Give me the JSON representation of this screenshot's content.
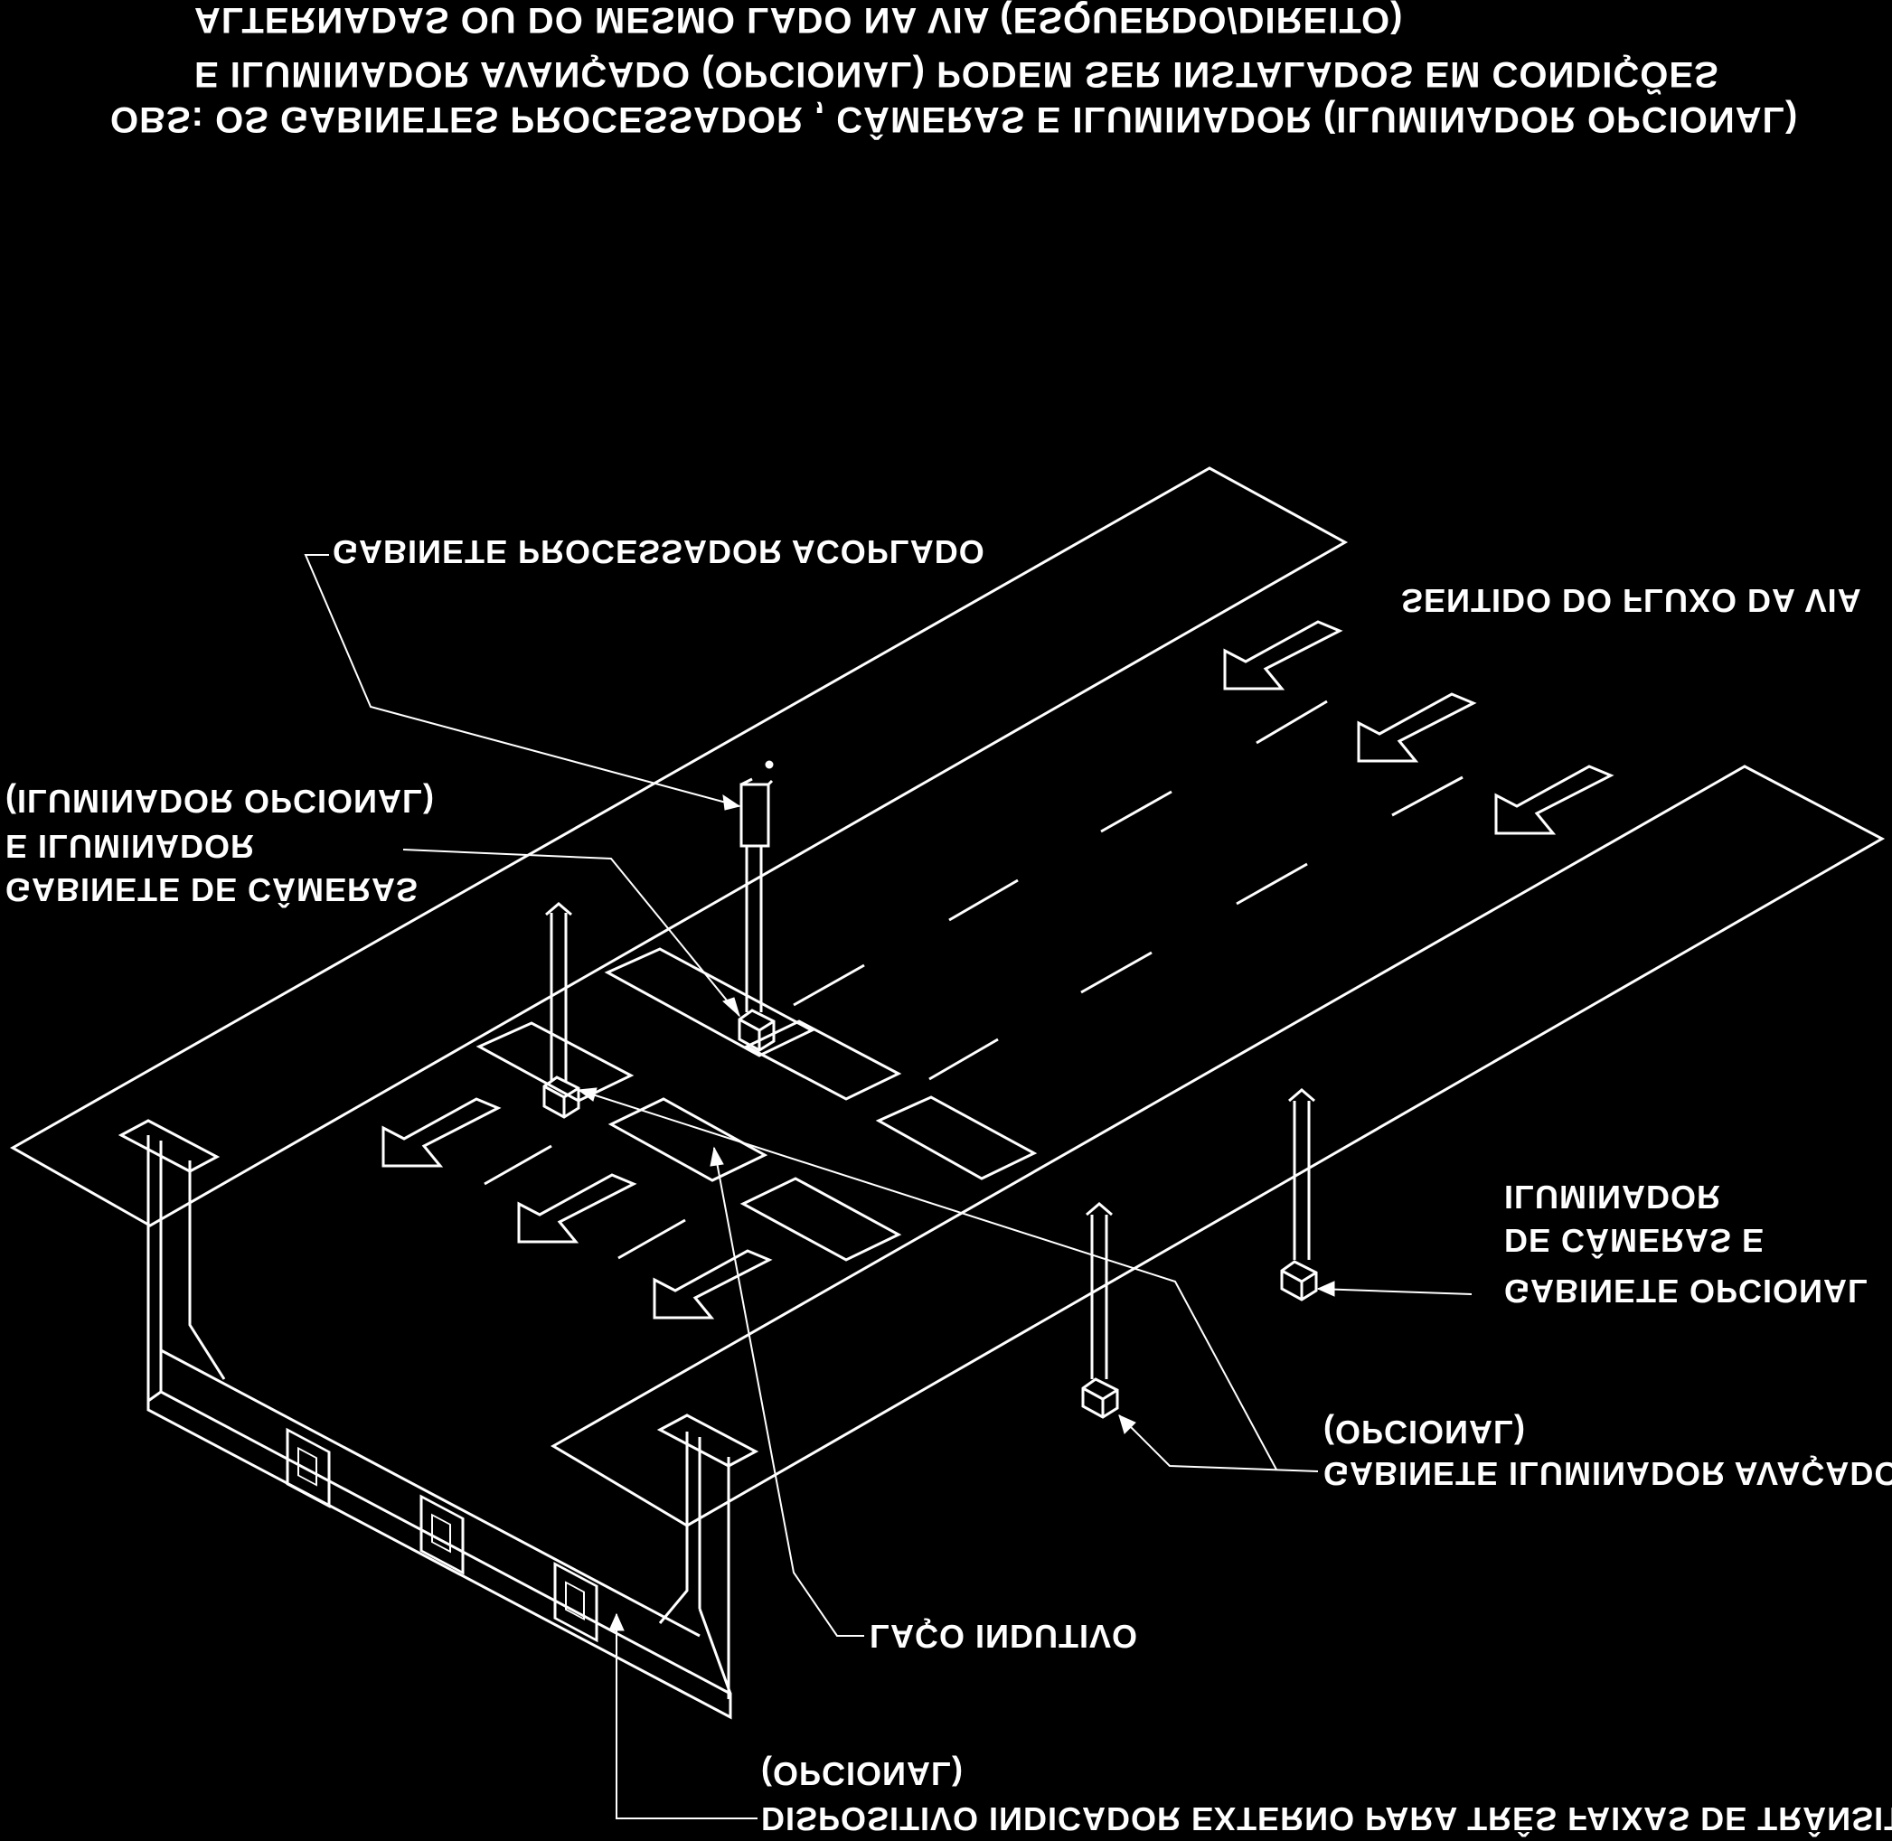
{
  "note": {
    "line1": "OBS: OS GABINETES  PROCESSADOR , CÂMERAS E ILUMINADOR  (ILUMINADOR OPCIONAL)",
    "line2": "E ILUMINADOR AVANÇADO (OPCIONAL)  PODEM SER INSTALADOS EM CONDIÇÕES",
    "line3": "ALTERNADAS OU DO MESMO LADO NA VIA (ESQUERDO/DIREITO)"
  },
  "labels": {
    "processor": "GABINETE PROCESSADOR ACOPLADO",
    "flow": "SENTIDO DO FLUXO DA VIA",
    "camera_1": "GABINETE DE CÂMERAS",
    "camera_2": "E ILUMINADOR",
    "camera_3": "(ILUMINADOR OPCIONAL)",
    "optional_1": "GABINETE OPCIONAL",
    "optional_2": "DE CÂMERAS E",
    "optional_3": "ILUMINADOR",
    "advanced_1": "GABINETE ILUMINADOR AVAÇADO",
    "advanced_2": "(OPCIONAL)",
    "loop": "LAÇO INDUTIVO",
    "indicator_1": "DISPOSITIVO INDICADOR EXTERNO PARA TRÊS FAIXAS DE TRÂNSITO",
    "indicator_2": "(OPCIONAL)"
  }
}
